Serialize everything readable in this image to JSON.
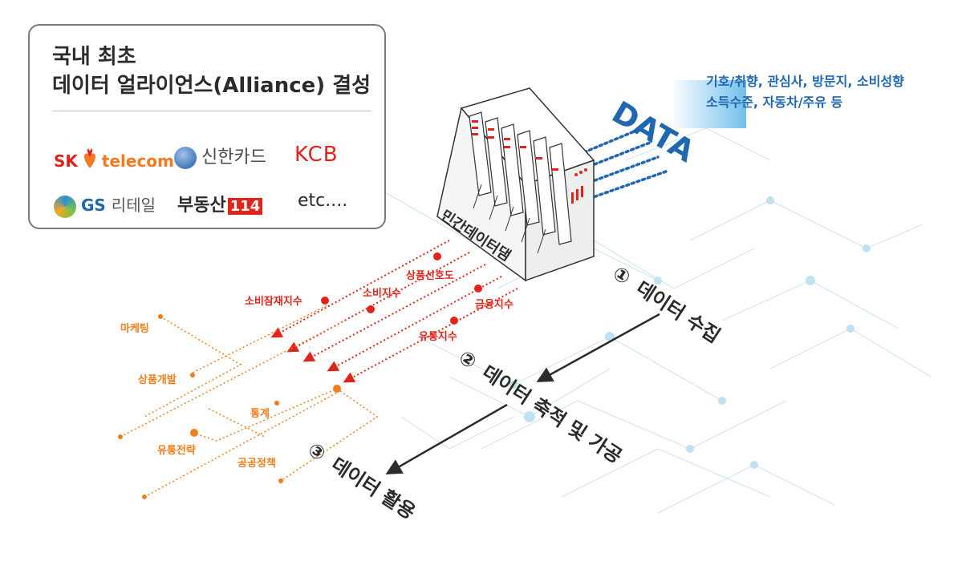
{
  "header_box": {
    "line1": "국내 최초",
    "line2": "데이터 얼라이언스(Alliance) 결성"
  },
  "logos": {
    "sk_prefix": "SK",
    "sk_suffix": "telecom",
    "shinhan": "신한카드",
    "kcb": "KCB",
    "gs_prefix": "GS",
    "gs_suffix": "리테일",
    "budongsan": "부동산",
    "budongsan_num": "114",
    "etc": "etc...."
  },
  "data_info": {
    "line1": "기호/취향, 관심사, 방문지, 소비성향",
    "line2": "소득수준, 자동차/주유 등",
    "data_label": "DATA"
  },
  "dam_label": "민간데이터댐",
  "steps": [
    {
      "num": "①",
      "label": "데이터 수집"
    },
    {
      "num": "②",
      "label": "데이터 축적 및 가공"
    },
    {
      "num": "③",
      "label": "데이터 활용"
    }
  ],
  "indices": [
    "소비잠재지수",
    "상품선호도",
    "소비지수",
    "금융지수",
    "유통지수"
  ],
  "uses": [
    "마케팅",
    "상품개발",
    "통계",
    "유통전략",
    "공공정책"
  ],
  "colors": {
    "red": "#e2231a",
    "orange": "#f07d1a",
    "blue": "#1f67b1",
    "dark": "#2b2b2b"
  }
}
